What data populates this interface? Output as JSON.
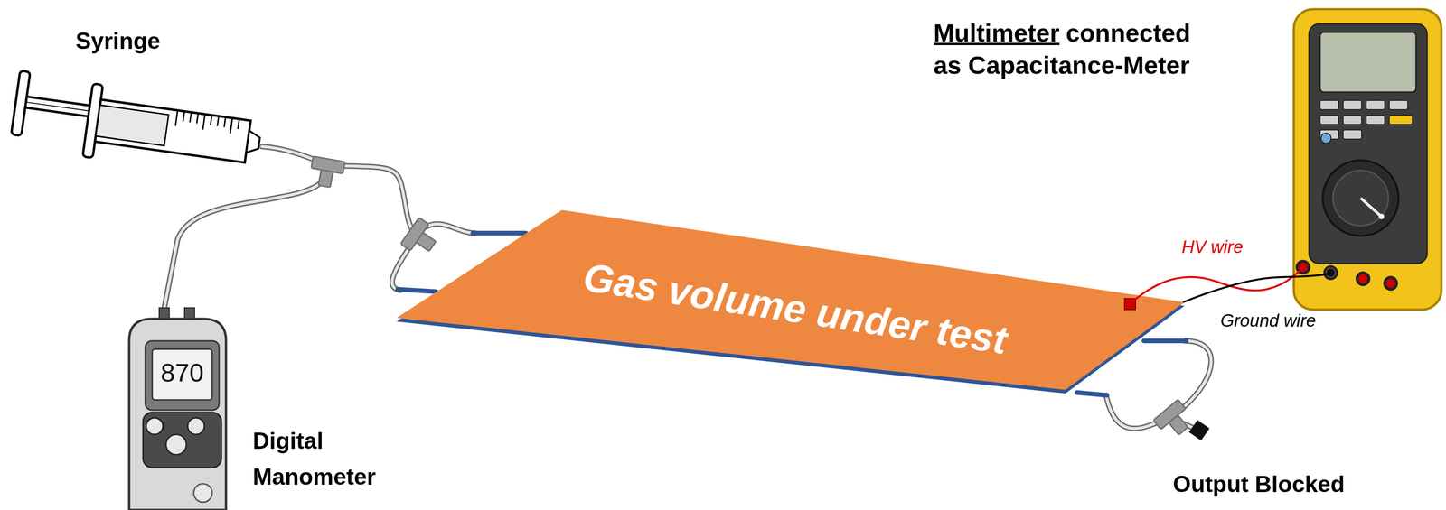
{
  "diagram": {
    "nodes": [
      {
        "text": [
          "Gas volume under test"
        ]
      }
    ],
    "labels": [
      "Syringe",
      "Multimeter",
      "connected",
      "as Capacitance-Meter",
      "HV wire",
      "870",
      "Ground wire",
      "Digital Manometer",
      "Output Blocked"
    ]
  }
}
